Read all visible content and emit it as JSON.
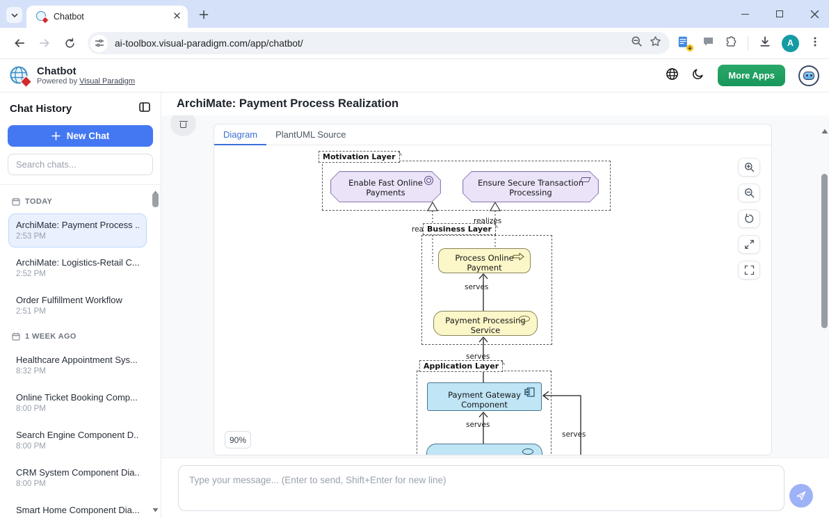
{
  "browser": {
    "tab_title": "Chatbot",
    "url": "ai-toolbox.visual-paradigm.com/app/chatbot/",
    "avatar_letter": "A"
  },
  "header": {
    "app_name": "Chatbot",
    "powered_prefix": "Powered by ",
    "powered_link": "Visual Paradigm",
    "more_apps_label": "More Apps"
  },
  "sidebar": {
    "title": "Chat History",
    "new_chat_label": "New Chat",
    "search_placeholder": "Search chats...",
    "sections": [
      {
        "label": "TODAY",
        "items": [
          {
            "title": "ArchiMate: Payment Process ...",
            "time": "2:53 PM",
            "selected": true
          },
          {
            "title": "ArchiMate: Logistics-Retail C...",
            "time": "2:52 PM",
            "selected": false
          },
          {
            "title": "Order Fulfillment Workflow",
            "time": "2:51 PM",
            "selected": false
          }
        ]
      },
      {
        "label": "1 WEEK AGO",
        "items": [
          {
            "title": "Healthcare Appointment Sys...",
            "time": "8:32 PM",
            "selected": false
          },
          {
            "title": "Online Ticket Booking Comp...",
            "time": "8:00 PM",
            "selected": false
          },
          {
            "title": "Search Engine Component D...",
            "time": "8:00 PM",
            "selected": false
          },
          {
            "title": "CRM System Component Dia...",
            "time": "8:00 PM",
            "selected": false
          },
          {
            "title": "Smart Home Component Dia...",
            "time": "",
            "selected": false
          }
        ]
      }
    ]
  },
  "main": {
    "title": "ArchiMate: Payment Process Realization",
    "tabs": {
      "diagram": "Diagram",
      "source": "PlantUML Source"
    },
    "zoom_badge": "90%",
    "input_placeholder": "Type your message... (Enter to send, Shift+Enter for new line)"
  },
  "diagram": {
    "groups": {
      "motivation": "Motivation Layer",
      "business": "Business Layer",
      "application": "Application Layer"
    },
    "elements": {
      "goal": "Enable Fast Online Payments",
      "requirement": "Ensure Secure Transaction Processing",
      "process": "Process Online Payment",
      "service": "Payment Processing Service",
      "component": "Payment Gateway Component"
    },
    "labels": {
      "serves": "serves",
      "realizes": "realizes"
    }
  },
  "colors": {
    "motivation_fill": "#EBE4F8",
    "motivation_border": "#8D7FB5",
    "business_fill": "#FCF7C9",
    "business_border": "#85855A",
    "application_fill": "#C0E5F5",
    "application_border": "#44748F",
    "accent_blue": "#4477F2",
    "tab_active": "#3B6FD4",
    "green": "#1F9E60"
  }
}
